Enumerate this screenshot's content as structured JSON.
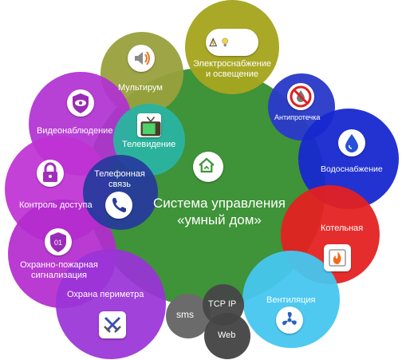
{
  "center": {
    "title_line1": "Система управления",
    "title_line2": "«умный дом»",
    "icon": "smart-house-icon"
  },
  "nodes": {
    "multiroom": {
      "label": "Мультирум",
      "icon": "speaker-icon",
      "color": "#9aa33a"
    },
    "power": {
      "label_line1": "Электроснабжение",
      "label_line2": "и освещение",
      "icon": "power-and-bulb-icon",
      "color": "#a8a81e"
    },
    "antileak": {
      "label": "Антипротечка",
      "icon": "no-water-icon",
      "color": "#2a37c8"
    },
    "water": {
      "label": "Водоснабжение",
      "icon": "water-drop-icon",
      "color": "#1a2bd0"
    },
    "boiler": {
      "label": "Котельная",
      "icon": "fire-icon",
      "color": "#e42222"
    },
    "ventilation": {
      "label": "Вентиляция",
      "icon": "fan-icon",
      "color": "#3fc4ee"
    },
    "web": {
      "label": "Web",
      "color": "#4a4a4a"
    },
    "tcpip": {
      "label": "TCP IP",
      "color": "#4a4a4a"
    },
    "sms": {
      "label": "sms",
      "color": "#6a6a6a"
    },
    "perimeter": {
      "label": "Охрана периметра",
      "icon": "crossed-swords-icon",
      "color": "#9b34d8"
    },
    "fire_alarm": {
      "label_line1": "Охранно-пожарная",
      "label_line2": "сигнализация",
      "icon": "shield-01-icon",
      "color": "#b52ccf"
    },
    "access": {
      "label": "Контроль доступа",
      "icon": "padlock-icon",
      "color": "#bf33d4"
    },
    "cctv": {
      "label": "Видеонаблюдение",
      "icon": "eye-shield-icon",
      "color": "#b332d2"
    },
    "tv": {
      "label": "Телевидение",
      "icon": "tv-icon",
      "color": "#2bb3a0"
    },
    "phone": {
      "label_line1": "Телефонная",
      "label_line2": "связь",
      "icon": "phone-icon",
      "color": "#273a9e"
    }
  }
}
